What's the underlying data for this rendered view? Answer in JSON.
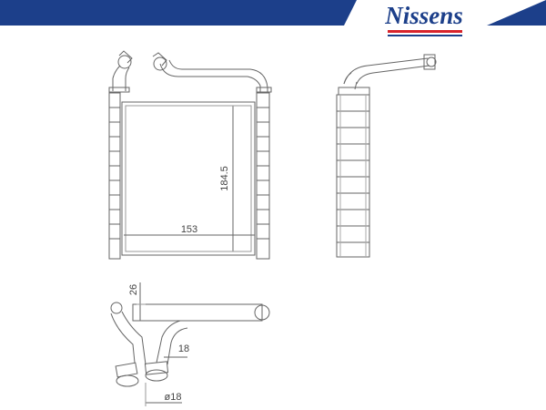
{
  "brand": {
    "name": "Nissens",
    "colors": {
      "navy": "#1c3f8a",
      "red": "#d8232a",
      "line": "#666666"
    }
  },
  "dimensions": {
    "height": "184.5",
    "width": "153",
    "depth": "26",
    "pipe_spacing": "18",
    "pipe_diameter": "ø18"
  }
}
